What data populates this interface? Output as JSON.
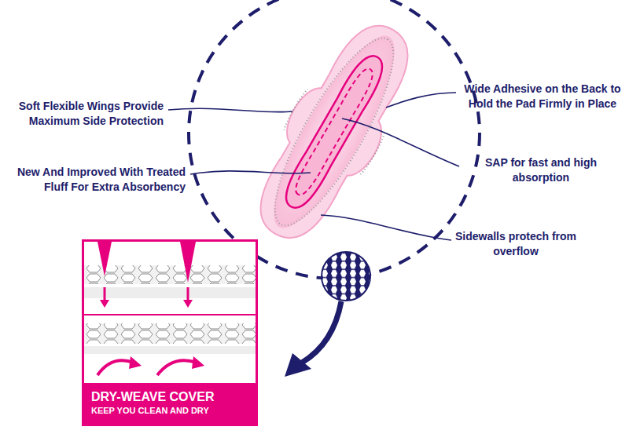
{
  "diagram": {
    "nodes": [
      {
        "text": [
          "DRY-WEAVE COVER",
          "KEEP YOU CLEAN AND DRY"
        ]
      }
    ],
    "labels": [
      "Soft Flexible Wings Provide Maximum Side Protection",
      "Wide Adhesive on the Back to Hold the Pad Firmly in Place",
      "New And Improved With Treated Fluff For Extra Absorbency",
      "SAP for fast and high absorption",
      "Sidewalls protech from overflow"
    ]
  }
}
